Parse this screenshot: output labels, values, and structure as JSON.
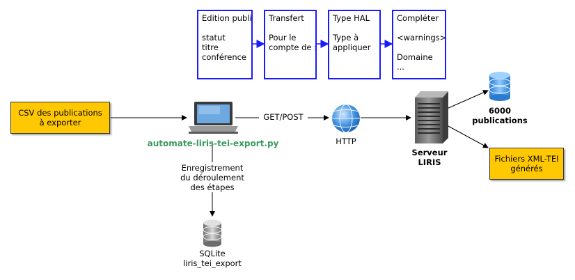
{
  "steps": [
    {
      "title": "Edition publi",
      "lines": [
        "statut",
        "titre",
        "conférence"
      ]
    },
    {
      "title": "Transfert",
      "lines": [
        "Pour le",
        "compte de :"
      ]
    },
    {
      "title": "Type HAL",
      "lines": [
        "Type à",
        "appliquer"
      ]
    },
    {
      "title": "Compléter",
      "lines": [
        "<warnings>",
        "Domaine",
        "..."
      ]
    }
  ],
  "csv_box": {
    "line1": "CSV des publications",
    "line2": "à exporter"
  },
  "script_name": "automate-liris-tei-export.py",
  "get_post_label": "GET/POST",
  "http_label": "HTTP",
  "server_label": {
    "line1": "Serveur",
    "line2": "LIRIS"
  },
  "pubs_label": {
    "line1": "6000",
    "line2": "publications"
  },
  "xml_box": {
    "line1": "Fichiers XML-TEI",
    "line2": "générés"
  },
  "log_label": {
    "line1": "Enregistrement",
    "line2": "du déroulement",
    "line3": "des étapes"
  },
  "sqlite_label": {
    "line1": "SQLite",
    "line2": "liris_tei_export"
  },
  "colors": {
    "step_border": "#1a1aff",
    "box_fill": "#ffc800",
    "script_text": "#3a9a5e"
  },
  "icons": [
    "laptop-icon",
    "globe-icon",
    "server-icon",
    "database-icon"
  ]
}
